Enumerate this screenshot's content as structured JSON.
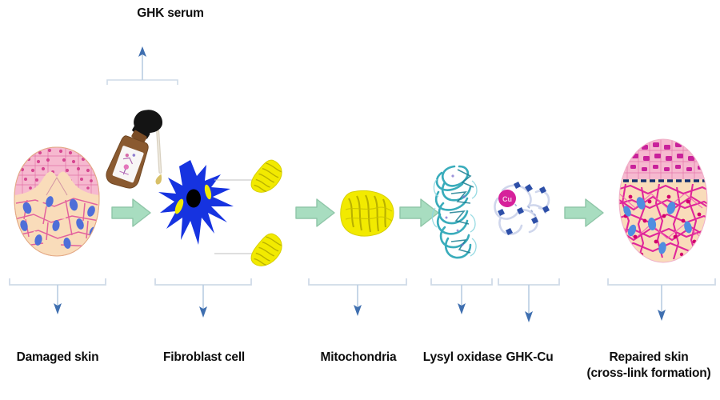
{
  "diagram": {
    "title_top": "GHK serum",
    "background": "#ffffff",
    "arrow_color": "#a8ddc0",
    "arrow_outline": "#8fc6a8",
    "bracket_color": "#cfdbe8",
    "bracket_arrow_color": "#3f6fb0",
    "label_color": "#0d0d0d"
  },
  "stages": [
    {
      "id": "damaged-skin",
      "label": "Damaged skin",
      "colors": {
        "dermis": "#f7d6b0",
        "epidermis": "#f2a6c0",
        "fibroblast": "#4f6fd8",
        "collagen": "#e0559b"
      }
    },
    {
      "id": "fibroblast-cell",
      "label": "Fibroblast cell",
      "colors": {
        "body": "#1633e0",
        "nucleus": "#000000",
        "mitochondria": "#f2ea00"
      }
    },
    {
      "id": "mitochondria",
      "label": "Mitochondria",
      "colors": {
        "body": "#f2ea00",
        "cristae": "#b5ad00"
      }
    },
    {
      "id": "lysyl-oxidase",
      "label": "Lysyl oxidase",
      "colors": {
        "ribbon": "#2fa8b8",
        "ribbon_dark": "#1b7f92",
        "accent": "#7b6fd0"
      }
    },
    {
      "id": "ghk-cu",
      "label": "GHK-Cu",
      "copper_label": "Cu",
      "colors": {
        "bonds": "#cfd6ec",
        "atoms": "#2d4fa8",
        "copper": "#d6219b"
      }
    },
    {
      "id": "repaired-skin",
      "label": "Repaired skin\n(cross-link formation)",
      "colors": {
        "dermis": "#f7d6b0",
        "epidermis": "#f07fc0",
        "fibroblast": "#4f8ee0",
        "collagen": "#e0279b"
      }
    }
  ],
  "serum": {
    "id": "ghk-serum-bottle",
    "label": "GHK serum",
    "colors": {
      "bottle": "#8a5a30",
      "cap": "#111111",
      "label_patch": "#ffffff",
      "droplet": "#d8c068"
    }
  },
  "flow_arrows": [
    {
      "from": "damaged-skin",
      "to": "fibroblast-cell"
    },
    {
      "from": "fibroblast-cell",
      "to": "mitochondria"
    },
    {
      "from": "mitochondria",
      "to": "lysyl-oxidase"
    },
    {
      "from": "lysyl-oxidase",
      "to": "repaired-skin"
    }
  ]
}
